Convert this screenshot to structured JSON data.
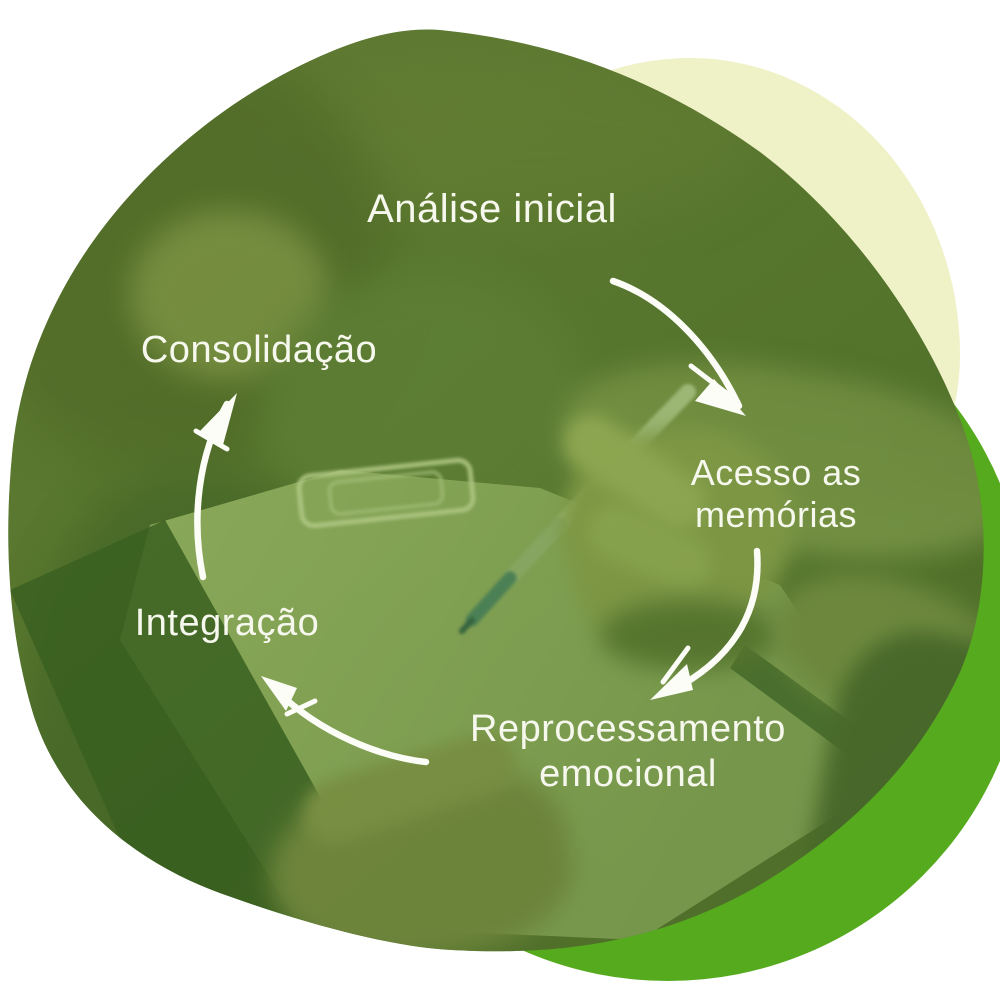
{
  "colors": {
    "page_background": "#ffffff",
    "photo_green_base": "#5d7733",
    "accent_green_blob": "#55aa1d",
    "pale_yellow_blob": "#eff1c6",
    "label_text": "#f6f8ed",
    "arrow_white": "#fbfdf6"
  },
  "cycle": {
    "steps": [
      {
        "id": "analise-inicial",
        "label": "Análise inicial"
      },
      {
        "id": "acesso-as-memorias",
        "label": "Acesso as memórias"
      },
      {
        "id": "reprocessamento-emocional",
        "label": "Reprocessamento emocional"
      },
      {
        "id": "integracao",
        "label": "Integração"
      },
      {
        "id": "consolidacao",
        "label": "Consolidação"
      }
    ],
    "arrows": [
      {
        "id": "arrow-analise-to-acesso",
        "from": "Análise inicial",
        "to": "Acesso as memórias"
      },
      {
        "id": "arrow-acesso-to-reprocessamento",
        "from": "Acesso as memórias",
        "to": "Reprocessamento emocional"
      },
      {
        "id": "arrow-reprocessamento-to-integracao",
        "from": "Reprocessamento emocional",
        "to": "Integração"
      },
      {
        "id": "arrow-integracao-to-consolidacao",
        "from": "Integração",
        "to": "Consolidação"
      }
    ]
  }
}
